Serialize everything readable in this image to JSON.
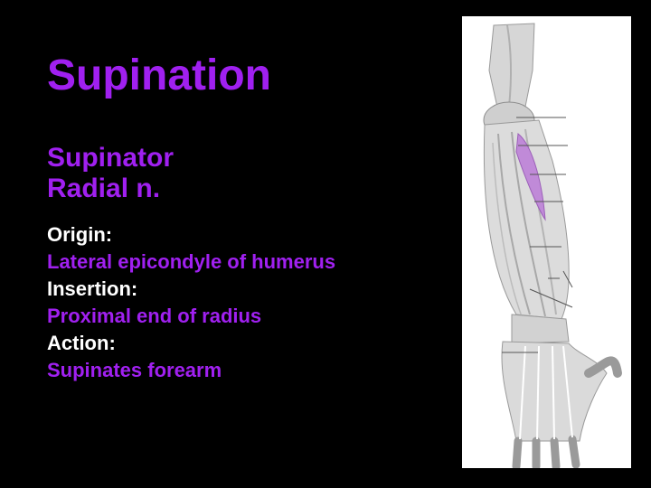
{
  "slide": {
    "title": "Supination",
    "muscle": "Supinator",
    "nerve": "Radial n."
  },
  "details": {
    "origin_label": "Origin:",
    "origin_value": "Lateral epicondyle of humerus",
    "insertion_label": "Insertion:",
    "insertion_value": "Proximal end of radius",
    "action_label": "Action:",
    "action_value": "Supinates forearm"
  },
  "colors": {
    "background": "#000000",
    "accent": "#a020f0",
    "label": "#ffffff",
    "highlight_muscle": "#c08ad8"
  }
}
